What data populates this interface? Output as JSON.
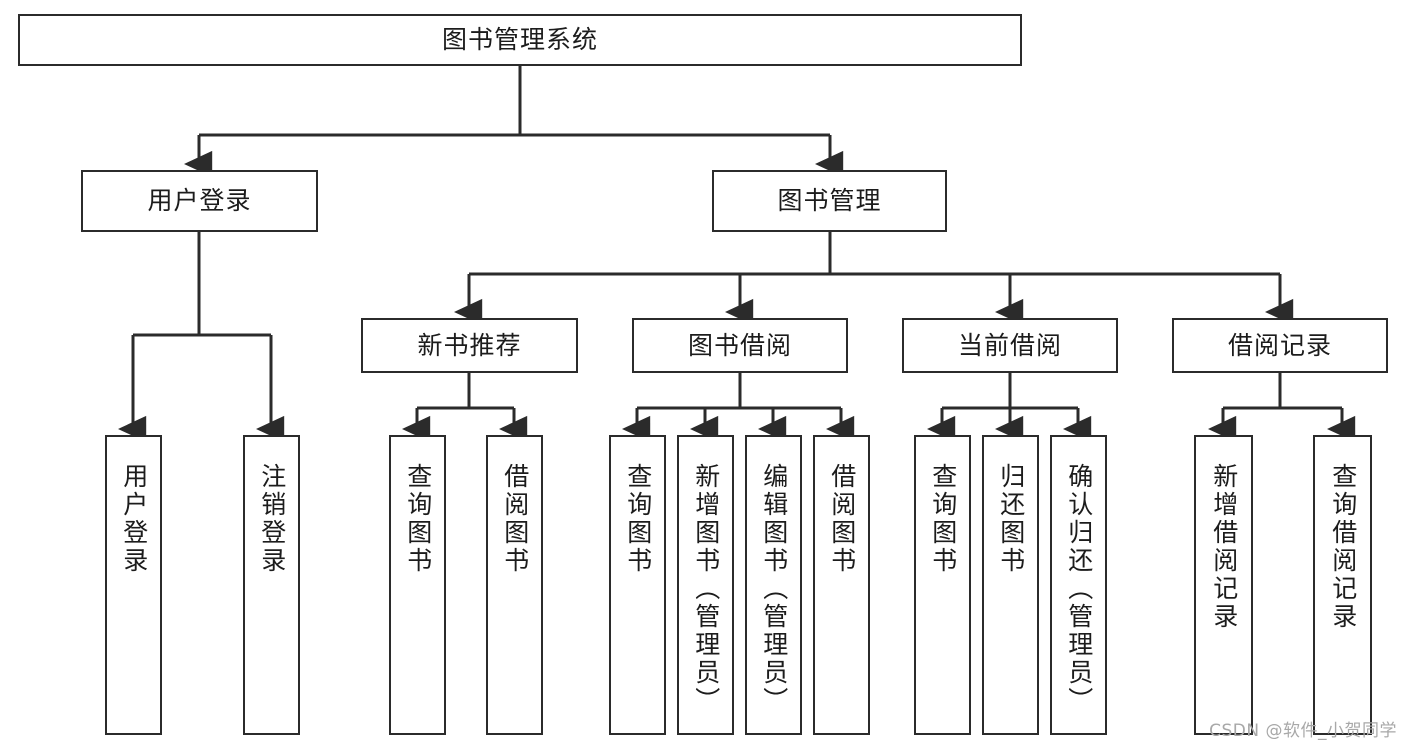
{
  "diagram": {
    "type": "tree-hierarchy",
    "title": "图书管理系统",
    "watermark": "CSDN @软件_小贺同学",
    "colors": {
      "background": "#ffffff",
      "node_border": "#2b2b2b",
      "node_fill": "#ffffff",
      "edge": "#2b2b2b",
      "text": "#1c1c1c",
      "watermark": "#a8a8a8"
    },
    "levels": {
      "root": {
        "label": "图书管理系统"
      },
      "level2": [
        {
          "label": "用户登录"
        },
        {
          "label": "图书管理"
        }
      ],
      "level3": [
        {
          "label": "新书推荐"
        },
        {
          "label": "图书借阅"
        },
        {
          "label": "当前借阅"
        },
        {
          "label": "借阅记录"
        }
      ],
      "leaves": {
        "user_login": [
          {
            "label": "用户登录"
          },
          {
            "label": "注销登录"
          }
        ],
        "new_book": [
          {
            "label": "查询图书"
          },
          {
            "label": "借阅图书"
          }
        ],
        "borrow": [
          {
            "label": "查询图书"
          },
          {
            "label": "新增图书（管理员）"
          },
          {
            "label": "编辑图书（管理员）"
          },
          {
            "label": "借阅图书"
          }
        ],
        "current": [
          {
            "label": "查询图书"
          },
          {
            "label": "归还图书"
          },
          {
            "label": "确认归还（管理员）"
          }
        ],
        "records": [
          {
            "label": "新增借阅记录"
          },
          {
            "label": "查询借阅记录"
          }
        ]
      }
    }
  }
}
